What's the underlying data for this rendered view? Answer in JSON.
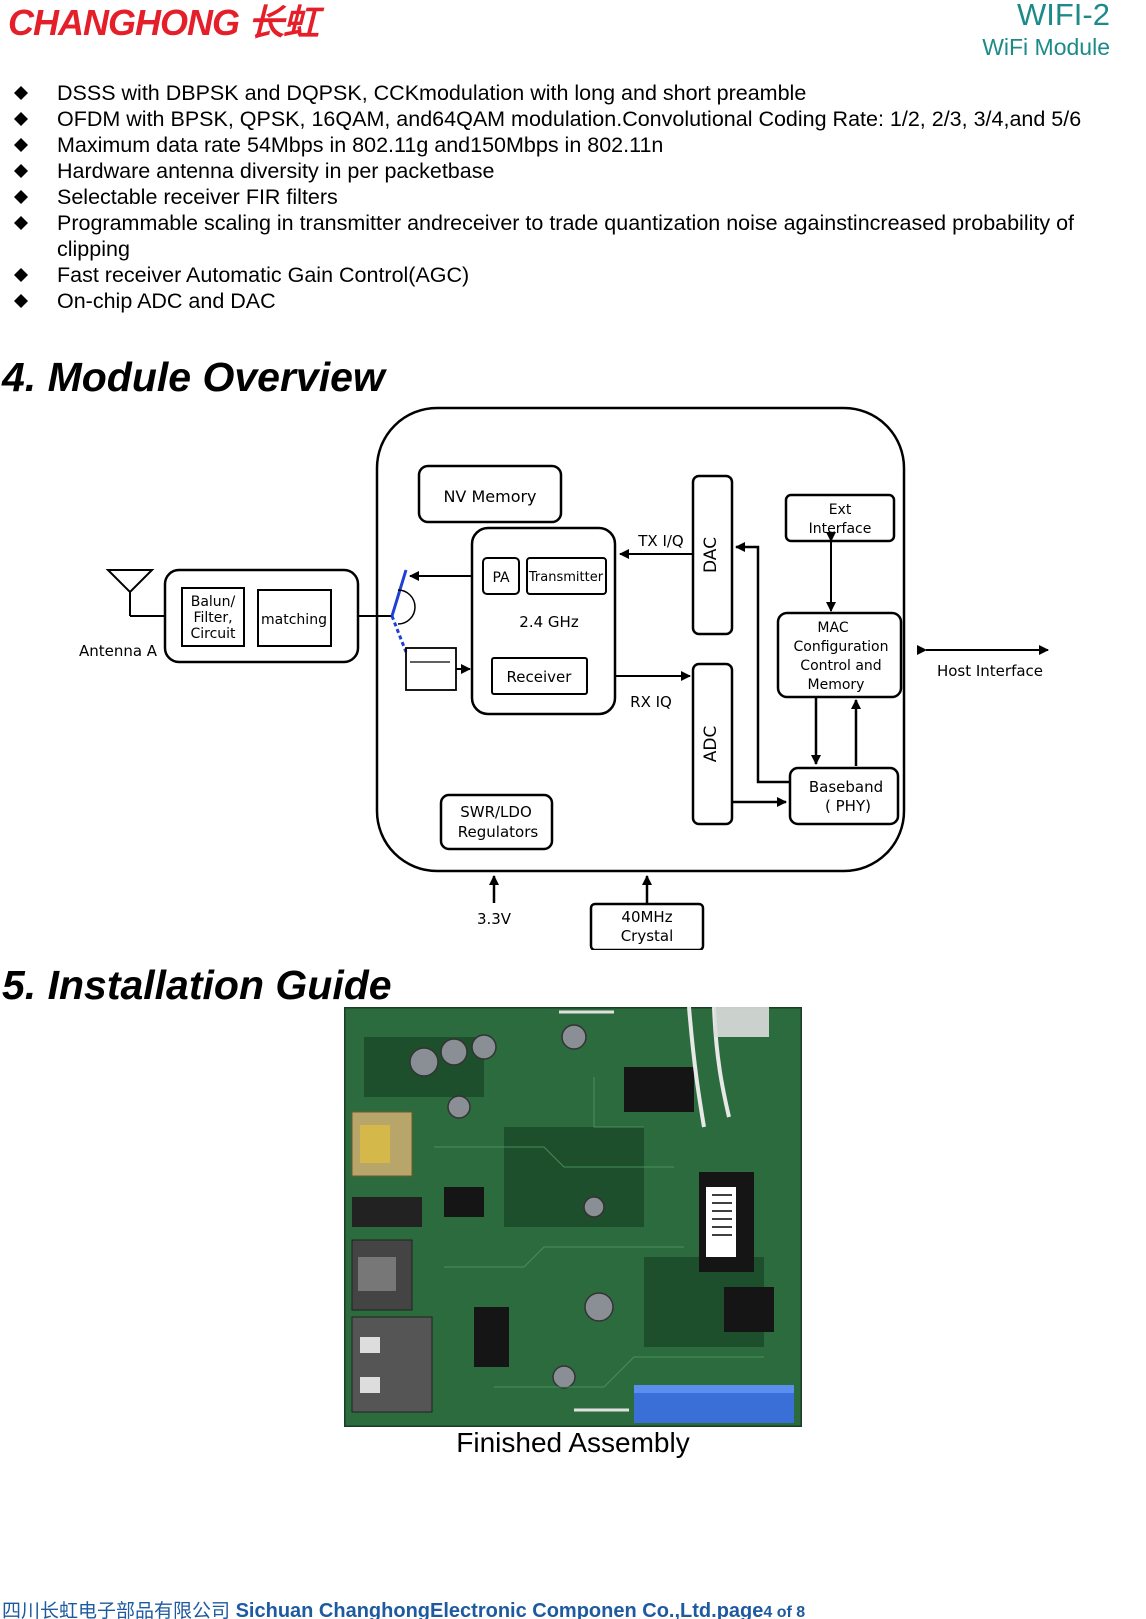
{
  "header": {
    "logo_text": "CHANGHONG 长虹",
    "model": "WIFI-2",
    "subtitle": "WiFi Module"
  },
  "features": [
    "DSSS with DBPSK and DQPSK, CCKmodulation with long and short preamble",
    "OFDM with BPSK, QPSK, 16QAM, and64QAM modulation.Convolutional Coding Rate: 1/2, 2/3, 3/4,and 5/6",
    "Maximum data rate 54Mbps in 802.11g and150Mbps in 802.11n",
    "Hardware antenna diversity in per packetbase",
    "Selectable receiver FIR filters",
    "Programmable scaling in transmitter andreceiver to trade quantization noise againstincreased probability of clipping",
    "Fast receiver Automatic Gain Control(AGC)",
    "On-chip ADC and DAC"
  ],
  "sections": {
    "overview_title": "4. Module Overview",
    "install_title": "5. Installation Guide"
  },
  "diagram": {
    "nv_memory": "NV Memory",
    "pa": "PA",
    "transmitter": "Transmitter",
    "freq": "2.4 GHz",
    "receiver": "Receiver",
    "dac": "DAC",
    "adc": "ADC",
    "tx_iq": "TX I/Q",
    "rx_iq": "RX IQ",
    "ext_line1": "Ext",
    "ext_line2": "Interface",
    "mac_line1": "MAC",
    "mac_line2": "Configuration",
    "mac_line3": "Control and",
    "mac_line4": "Memory",
    "host_interface": "Host  Interface",
    "baseband_line1": "Baseband",
    "baseband_line2": "( PHY)",
    "balun_line1": "Balun/",
    "balun_line2": "Filter,",
    "balun_line3": "Circuit",
    "matching": "matching",
    "antenna": "Antenna A",
    "swr_line1": "SWR/LDO",
    "swr_line2": "Regulators",
    "voltage": "3.3V",
    "crystal_line1": "40MHz",
    "crystal_line2": "Crystal"
  },
  "photo_caption": "Finished Assembly",
  "footer": {
    "company_cn": "四川长虹电子部品有限公司",
    "company_en": "Sichuan ChanghongElectronic Componen Co.,Ltd.",
    "page_label": "page",
    "page_num": "4",
    "page_of": " of 8"
  },
  "colors": {
    "logo_red": "#e51f2a",
    "header_teal": "#1d8a8a",
    "footer_blue": "#1d5aa0",
    "pcb_green": "#2c6b3e"
  }
}
